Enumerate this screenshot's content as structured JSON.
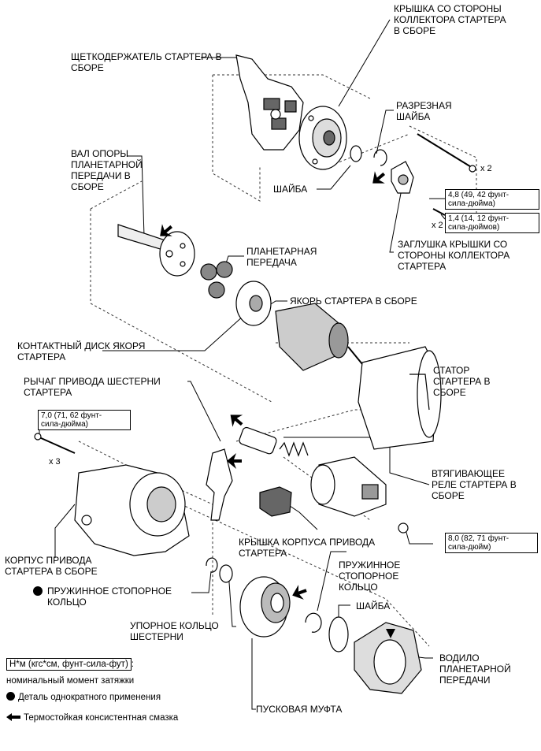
{
  "labels": {
    "commutator_end_frame": "КРЫШКА СО СТОРОНЫ\nКОЛЛЕКТОРА СТАРТЕРА\nВ СБОРЕ",
    "brush_holder": "ЩЕТКОДЕРЖАТЕЛЬ СТАРТЕРА В\nСБОРЕ",
    "lock_plate": "РАЗРЕЗНАЯ\nШАЙБА",
    "planetary_shaft": "ВАЛ ОПОРЫ\nПЛАНЕТАРНОЙ\nПЕРЕДАЧИ В\nСБОРЕ",
    "washer_top": "ШАЙБА",
    "end_cover": "ЗАГЛУШКА КРЫШКИ СО\nСТОРОНЫ КОЛЛЕКТОРА\nСТАРТЕРА",
    "planetary_gear": "ПЛАНЕТАРНАЯ\nПЕРЕДАЧА",
    "armature": "ЯКОРЬ СТАРТЕРА В СБОРЕ",
    "armature_plate": "КОНТАКТНЫЙ ДИСК ЯКОРЯ\nСТАРТЕРА",
    "yoke": "СТАТОР\nСТАРТЕРА В\nСБОРЕ",
    "drive_lever": "РЫЧАГ ПРИВОДА ШЕСТЕРНИ\nСТАРТЕРА",
    "magnet_switch": "ВТЯГИВАЮЩЕЕ\nРЕЛЕ СТАРТЕРА В\nСБОРЕ",
    "housing_cover": "КРЫШКА КОРПУСА ПРИВОДА\nСТАРТЕРА",
    "drive_housing": "КОРПУС ПРИВОДА\nСТАРТЕРА В СБОРЕ",
    "snap_ring_left": "ПРУЖИННОЕ СТОПОРНОЕ\nКОЛЬЦО",
    "snap_ring_right": "ПРУЖИННОЕ\nСТОПОРНОЕ\nКОЛЬЦО",
    "washer_bottom": "ШАЙБА",
    "stop_collar": "УПОРНОЕ КОЛЬЦО\nШЕСТЕРНИ",
    "clutch": "ПУСКОВАЯ МУФТА",
    "planetary_carrier": "ВОДИЛО\nПЛАНЕТАРНОЙ\nПЕРЕДАЧИ"
  },
  "torques": {
    "bolt_top": "4,8 (49, 42 фунт-\nсила-дюйма)",
    "screw_top": "1,4 (14, 12 фунт-\nсила-дюймов)",
    "housing_bolt": "7,0 (71, 62 фунт-\nсила-дюйма)",
    "nut": "8,0 (82, 71 фунт-\nсила-дюйм)"
  },
  "multipliers": {
    "bolt_top": "x 2",
    "screw_top": "x 2",
    "housing_bolt": "x 3"
  },
  "legend": {
    "torque_unit": "Н*м (кгс*см, фунт-сила-фут)",
    "torque_suffix": ":",
    "torque_desc": "номинальный момент затяжки",
    "non_reusable": "Деталь однократного применения",
    "grease": "Термостойкая консистентная смазка"
  }
}
